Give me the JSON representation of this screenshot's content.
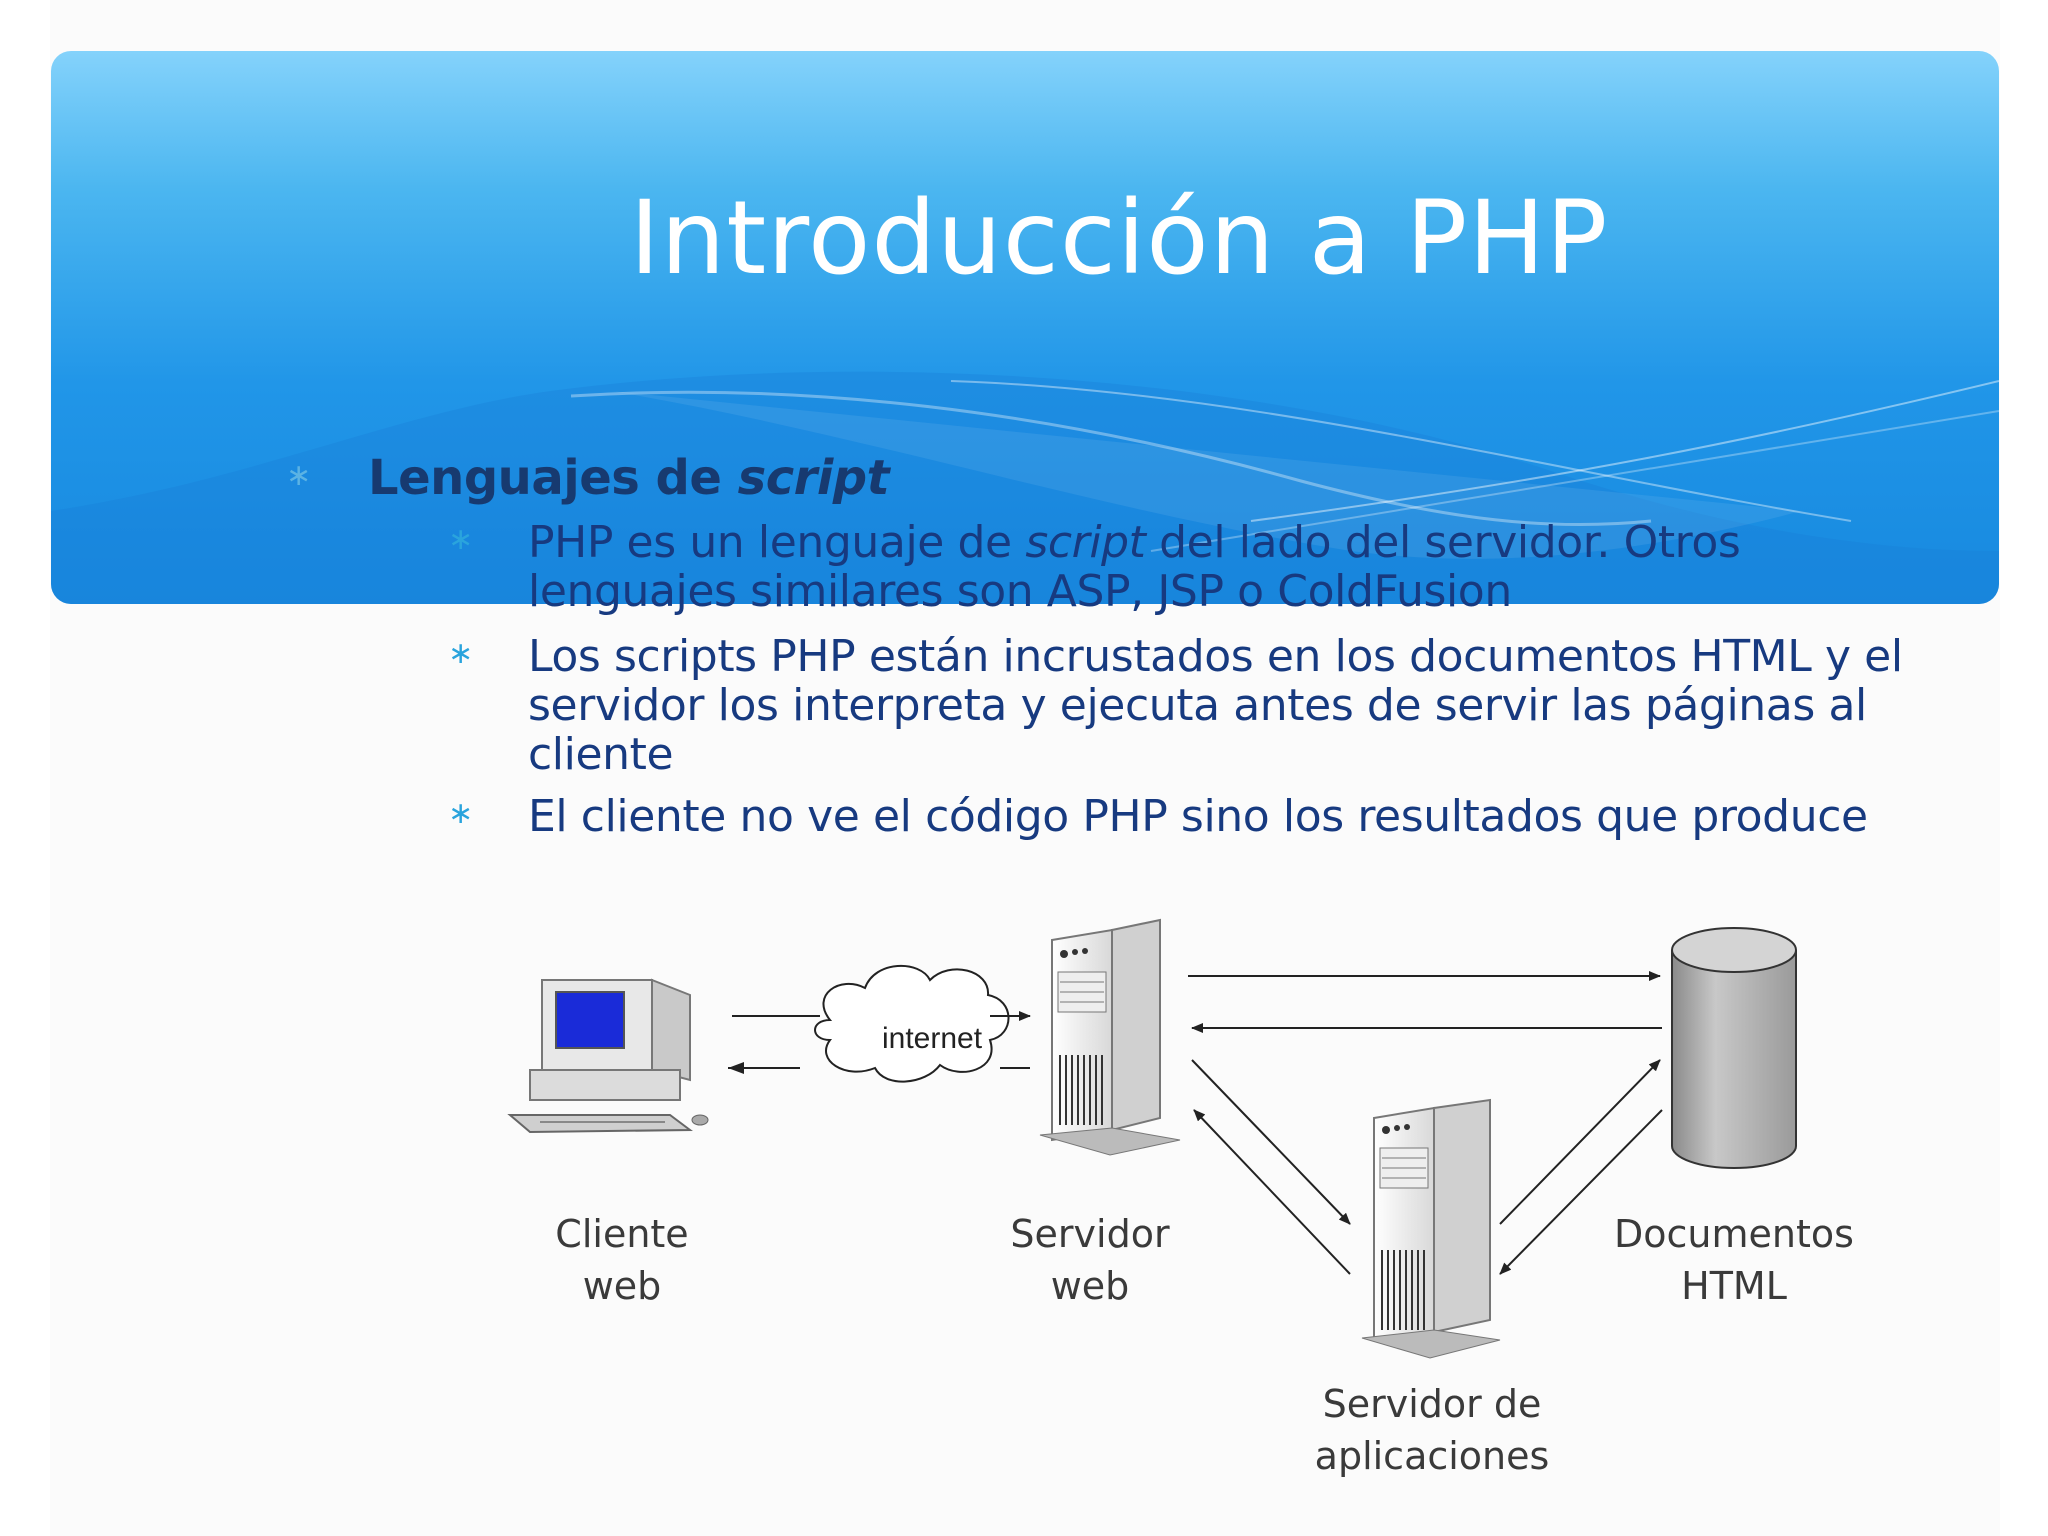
{
  "slide": {
    "title": "Introducción a PHP",
    "heading_prefix": "Lenguajes de ",
    "heading_italic": "script",
    "bullets": [
      {
        "part1": "PHP es un lenguaje de ",
        "italic": "script",
        "part2": " del lado del servidor. Otros lenguajes similares son ASP, JSP o ColdFusion"
      },
      {
        "text": "Los scripts PHP están incrustados en los documentos HTML y el servidor los interpreta y ejecuta antes de servir las páginas al cliente"
      },
      {
        "text": "El cliente no ve el código PHP sino los resultados que produce"
      }
    ],
    "bullet_symbol": "∗"
  },
  "diagram": {
    "cloud_label": "internet",
    "client_label_1": "Cliente",
    "client_label_2": "web",
    "webserver_label_1": "Servidor",
    "webserver_label_2": "web",
    "docs_label_1": "Documentos",
    "docs_label_2": "HTML",
    "appserver_label_1": "Servidor de",
    "appserver_label_2": "aplicaciones"
  },
  "colors": {
    "banner_top": "#84d2fb",
    "banner_bottom": "#1789df",
    "text_dark_blue": "#173a80",
    "bullet_blue": "#2aa4dd",
    "monitor_screen": "#1a2bd8"
  }
}
